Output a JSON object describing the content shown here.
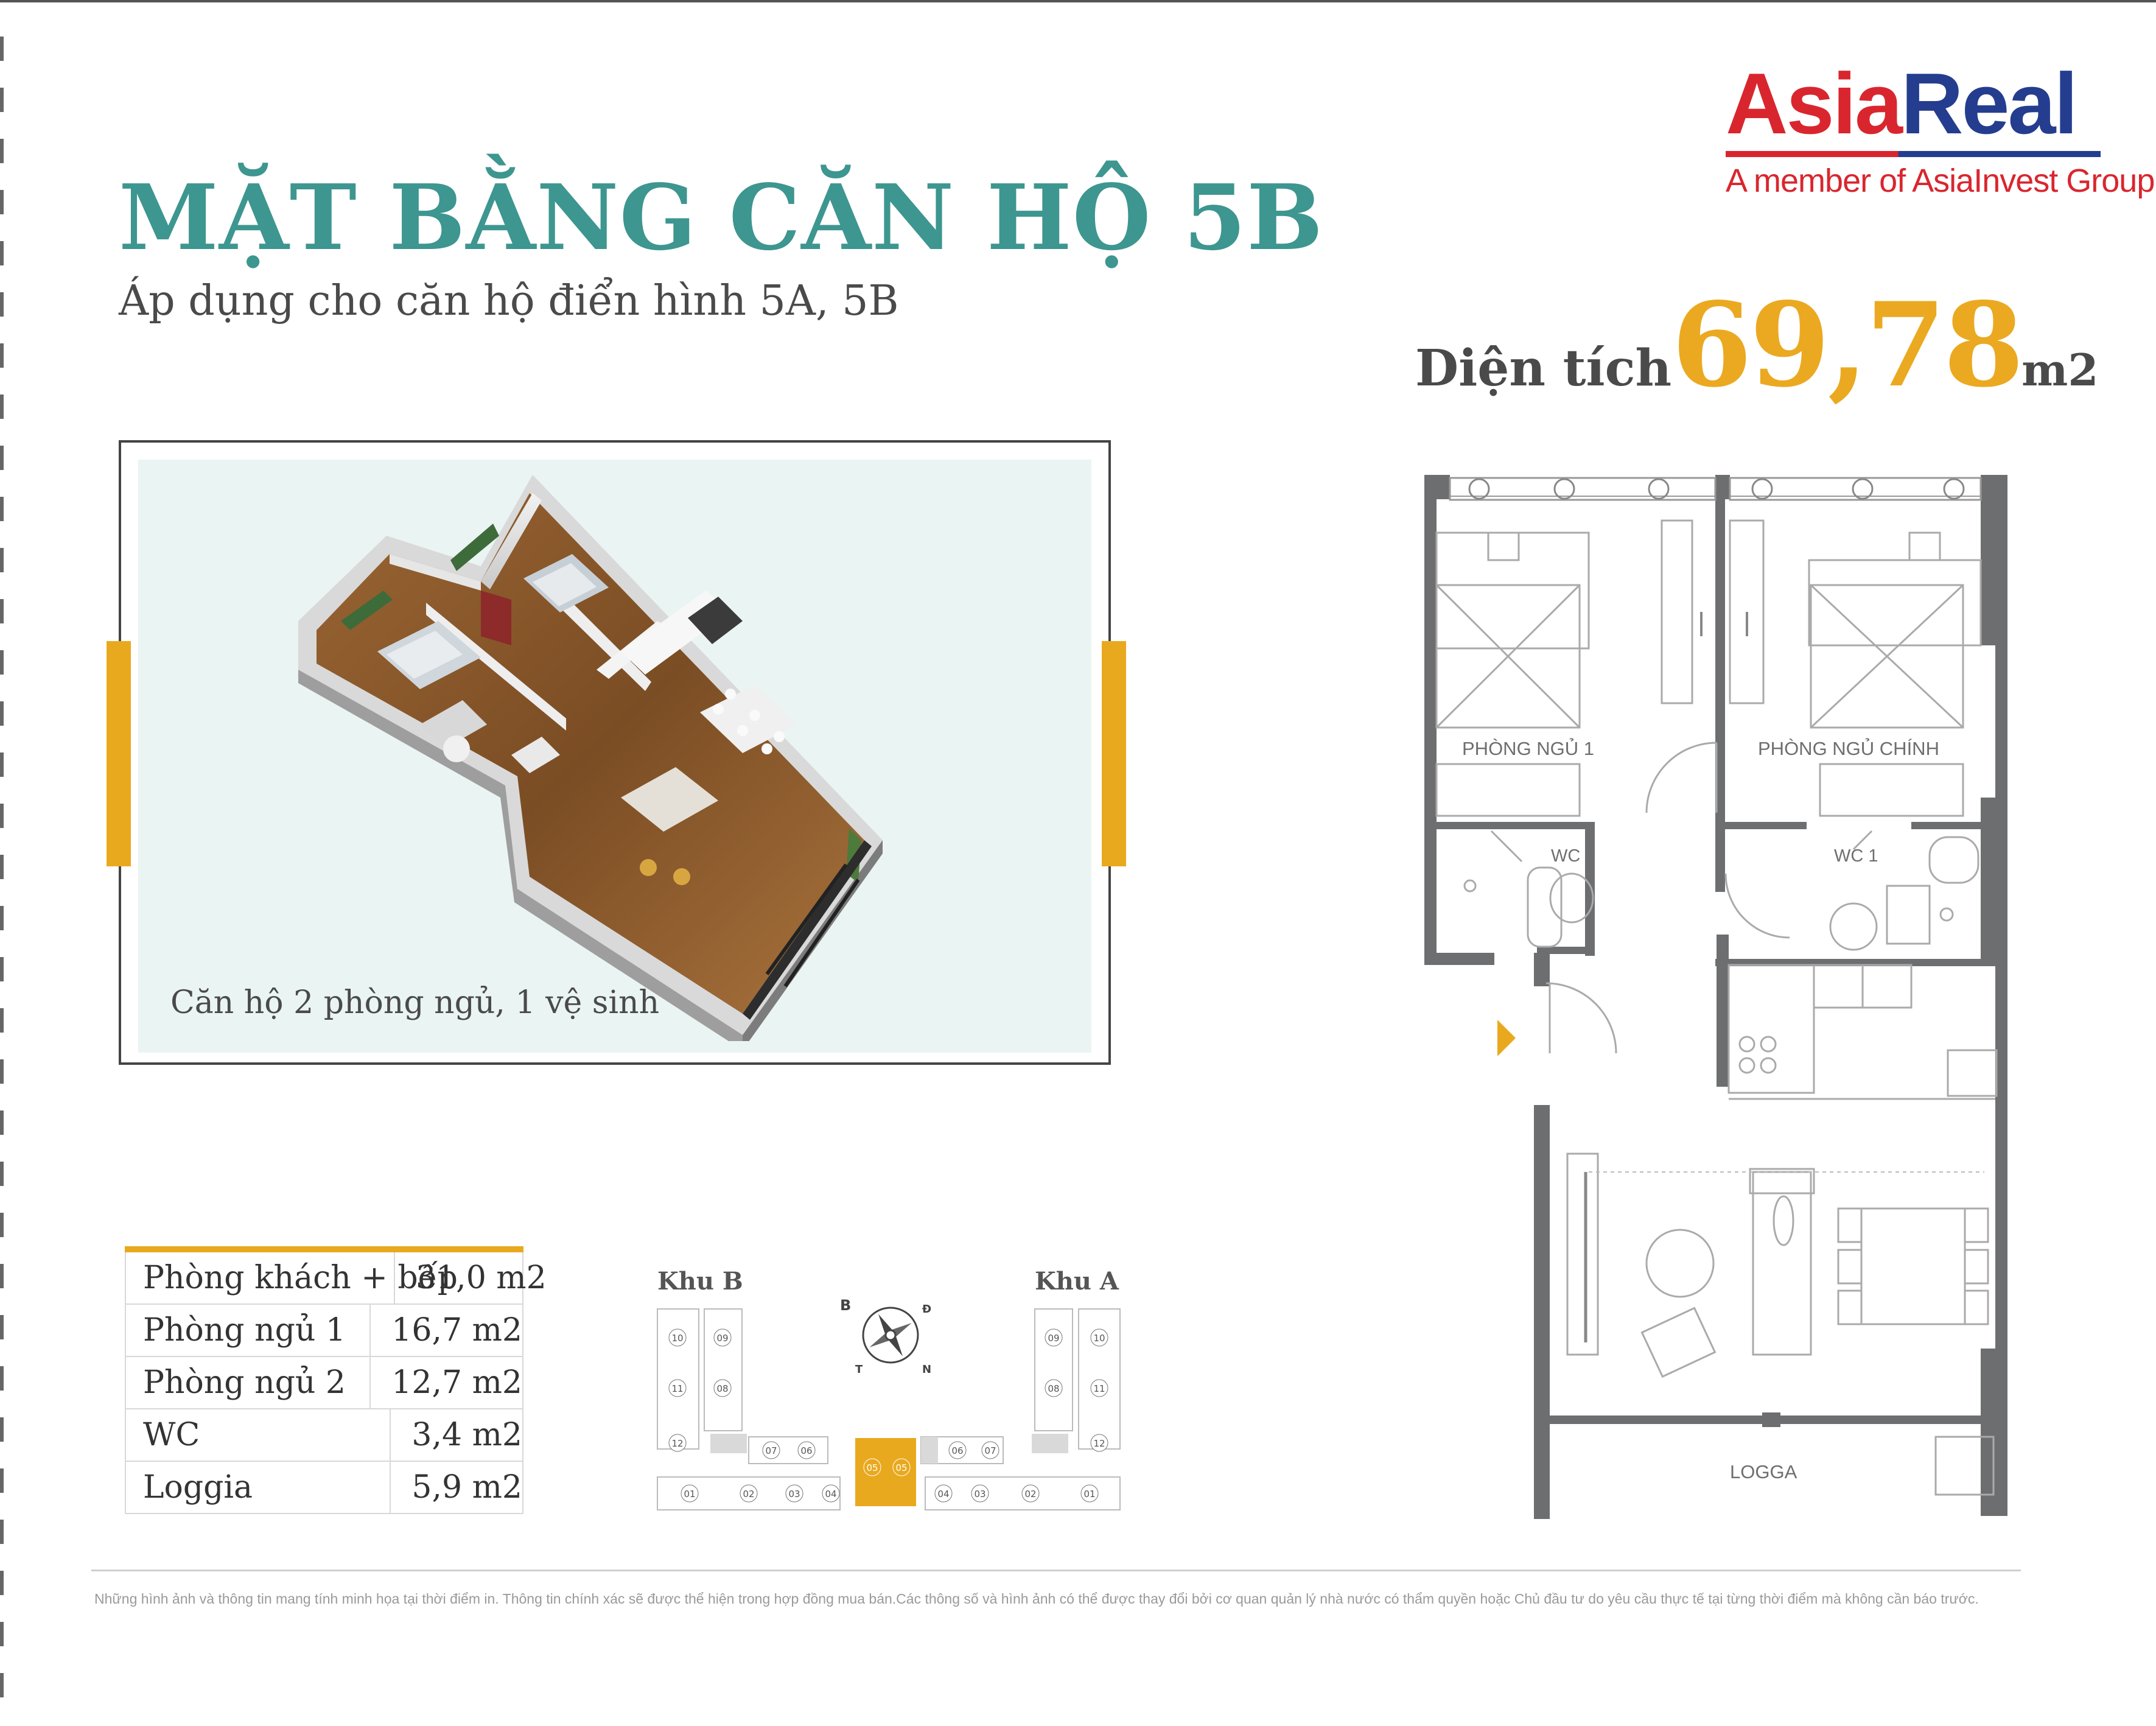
{
  "title": "MẶT BẰNG CĂN HỘ 5B",
  "subtitle": "Áp dụng cho căn hộ điển hình 5A, 5B",
  "logo": {
    "brand_part1": "Asia",
    "brand_part2": "Real",
    "tagline": "A member of AsiaInvest Group",
    "colors": {
      "red": "#d9262e",
      "blue": "#253d8f"
    }
  },
  "area": {
    "label": "Diện tích",
    "value": "69,78",
    "unit": "m2"
  },
  "render": {
    "caption": "Căn hộ 2 phòng ngủ, 1 vệ sinh",
    "icon": "isometric-apartment-render"
  },
  "room_table": [
    {
      "room": "Phòng khách + bếp",
      "area": "31,0 m2"
    },
    {
      "room": "Phòng ngủ 1",
      "area": "16,7 m2"
    },
    {
      "room": "Phòng ngủ 2",
      "area": "12,7 m2"
    },
    {
      "room": "WC",
      "area": "3,4 m2"
    },
    {
      "room": "Loggia",
      "area": "5,9 m2"
    }
  ],
  "key_plan": {
    "zone_b": "Khu B",
    "zone_a": "Khu A",
    "compass": {
      "B": "B",
      "D": "Đ",
      "N": "N",
      "T": "T"
    },
    "b_left_col": [
      "10",
      "11",
      "12"
    ],
    "b_right_col": [
      "09",
      "08"
    ],
    "b_mid_row": [
      "07",
      "06"
    ],
    "b_bottom_row": [
      "01",
      "02",
      "03",
      "04"
    ],
    "highlight": [
      "05",
      "05"
    ],
    "a_mid_row": [
      "06",
      "07"
    ],
    "a_left_col": [
      "09",
      "08"
    ],
    "a_right_col": [
      "10",
      "11",
      "12"
    ],
    "a_bottom_row": [
      "04",
      "03",
      "02",
      "01"
    ],
    "highlight_color": "#e9a91f"
  },
  "floor_plan": {
    "labels": {
      "bedroom1": "PHÒNG NGỦ 1",
      "master": "PHÒNG NGỦ CHÍNH",
      "wc2": "WC 2",
      "wc1": "WC 1",
      "logga": "LOGGA"
    },
    "wall_color": "#6d6e70"
  },
  "accent_color": "#e9a91f",
  "title_color": "#3d968f",
  "footer": "Những hình ảnh và thông tin mang tính minh họa tại thời điểm in. Thông tin chính xác sẽ được thể hiện trong hợp đồng mua bán.Các thông số và hình ảnh có thể được thay đổi bởi cơ quan quản lý nhà nước có thẩm quyền hoặc Chủ đầu tư do yêu cầu thực tế tại từng thời điểm mà không cần báo trước."
}
